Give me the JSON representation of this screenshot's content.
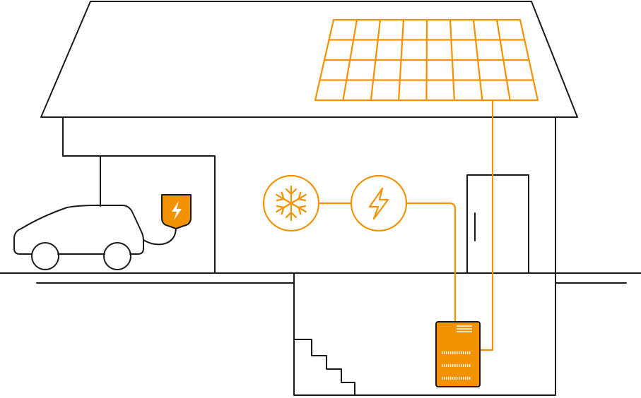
{
  "scene": {
    "description_icons": [
      "house",
      "solar-panel",
      "carport",
      "car",
      "wallbox-charger",
      "heat-pump-snowflake",
      "electricity",
      "home-battery",
      "fridge-door",
      "basement-stairs"
    ]
  },
  "colors": {
    "line": "#1a1a1a",
    "accent": "#f39200",
    "background": "#ffffff"
  },
  "solar_panel": {
    "rows": 4,
    "cols": 8
  },
  "battery": {
    "modules": 3,
    "vent_lines": 3
  }
}
